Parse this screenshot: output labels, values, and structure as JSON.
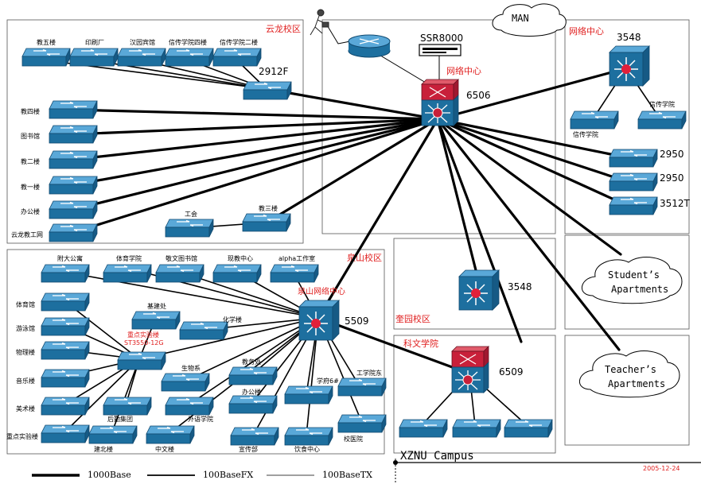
{
  "colors": {
    "zone_label": "#e02020",
    "switch_top": "#5aa8d8",
    "switch_side": "#1d6f9f",
    "router_red": "#c8203a",
    "hub_red": "#e0203a"
  },
  "zones": {
    "yunlong": "云龙校区",
    "quanshan": "泉山校区",
    "network_center_right": "网络中心",
    "jinyuan": "奎园校区",
    "kewen": "科文学院",
    "man": "MAN"
  },
  "clouds": {
    "man": "MAN",
    "students": [
      "Student’s",
      "Apartments"
    ],
    "teachers": [
      "Teacher’s",
      "Apartments"
    ]
  },
  "core": {
    "ssr8000": "SSR8000",
    "center_label": "网络中心",
    "model_6506": "6506"
  },
  "yunlong": {
    "top_row": [
      "教五楼",
      "印刷厂",
      "汉园宾馆",
      "信传学院四楼",
      "信传学院二楼"
    ],
    "agg_2912f": "2912F",
    "left_col": [
      "教四楼",
      "图书馆",
      "教二楼",
      "教一楼",
      "办公楼",
      "云龙教工网"
    ],
    "gonghui": "工会",
    "jiao3": "教三楼"
  },
  "right_center": {
    "model_3548": "3548",
    "xinchuan_left": "信传学院",
    "xinchuan_right": "信传学院",
    "sw1": "2950",
    "sw2": "2950",
    "sw3": "3512T"
  },
  "quanshan": {
    "top_row": [
      "附大公寓",
      "体育学院",
      "敬文图书馆",
      "现教中心",
      "alpha工作室"
    ],
    "center_label": "泉山网络中心",
    "model_5509": "5509",
    "jijian": "基建处",
    "huaxue": "化学楼",
    "zhongdian_lab": "重点实验楼",
    "st3550": "ST3550-12G",
    "left_col": [
      "体育馆",
      "游泳馆",
      "物理楼",
      "音乐楼",
      "美术楼",
      "重点实验楼"
    ],
    "shengwu": "生物系",
    "jiaowu": "教务处",
    "xueyuan": "学府6#",
    "gongxue": "工学院东",
    "houqin": "后勤集团",
    "waiyu": "外语学院",
    "bangong": "办公楼",
    "jianbei": "建北楼",
    "zhongwen": "中文楼",
    "xuanchuan": "宣传部",
    "yinshi": "饮食中心",
    "xiaoyi": "校医院"
  },
  "jinyuan": {
    "model_3548": "3548"
  },
  "kewen": {
    "model_6509": "6509"
  },
  "footer": {
    "campus": "XZNU Campus",
    "date": "2005-12-24",
    "legend": [
      "1000Base",
      "100BaseFX",
      "100BaseTX"
    ]
  }
}
